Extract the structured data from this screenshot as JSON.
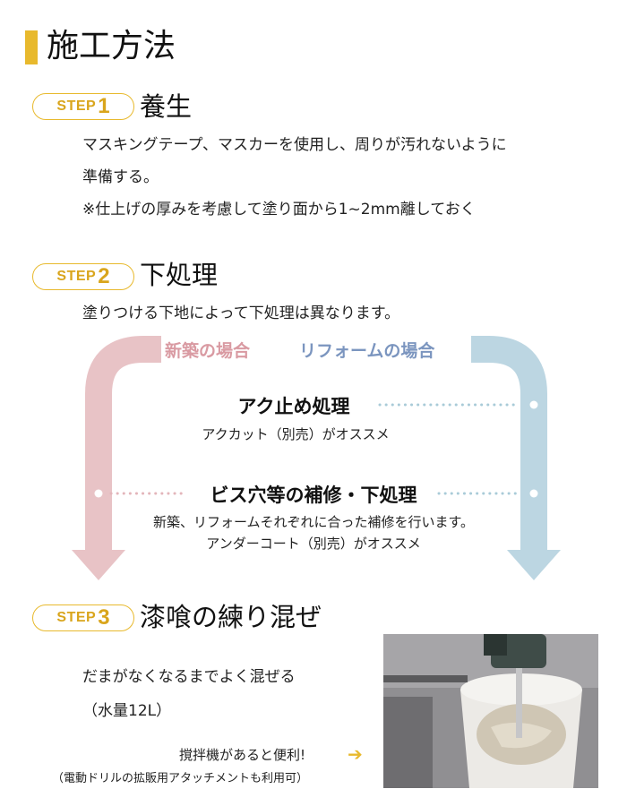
{
  "header": {
    "title": "施工方法"
  },
  "steps": [
    {
      "word": "STEP",
      "number": "1",
      "heading": "養生",
      "lines": [
        "マスキングテープ、マスカーを使用し、周りが汚れないように",
        "準備する。",
        "※仕上げの厚みを考慮して塗り面から1~2mm離しておく"
      ]
    },
    {
      "word": "STEP",
      "number": "2",
      "heading": "下処理",
      "lines": [
        "塗りつける下地によって下処理は異なります。"
      ]
    },
    {
      "word": "STEP",
      "number": "3",
      "heading": "漆喰の練り混ぜ",
      "lines": [
        "だまがなくなるまでよく混ぜる",
        "（水量12L）"
      ]
    }
  ],
  "flow": {
    "left_label": "新築の場合",
    "right_label": "リフォームの場合",
    "item1": {
      "heading": "アク止め処理",
      "note": "アクカット（別売）がオススメ"
    },
    "item2": {
      "heading": "ビス穴等の補修・下処理",
      "note1": "新築、リフォームそれぞれに合った補修を行います。",
      "note2": "アンダーコート（別売）がオススメ"
    }
  },
  "tool": {
    "line1": "撹拌機があると便利!",
    "line2": "（電動ドリルの拡販用アタッチメントも利用可）"
  },
  "colors": {
    "accent": "#e8b92d",
    "new_build": "#d99aa2",
    "reform": "#7b95bf",
    "left_arrow": "#e8c3c6",
    "right_arrow": "#bcd6e2"
  }
}
